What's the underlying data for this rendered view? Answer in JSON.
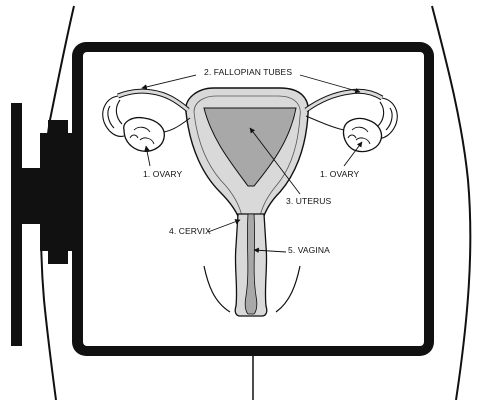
{
  "colors": {
    "frame": "#111111",
    "screen_bg": "#ffffff",
    "tissue_light": "#d9d9d9",
    "tissue_dark": "#a8a8a8",
    "line": "#111111"
  },
  "labels": {
    "fallopian_tubes": "2. FALLOPIAN TUBES",
    "ovary_left": "1. OVARY",
    "ovary_right": "1. OVARY",
    "uterus": "3. UTERUS",
    "cervix": "4. CERVIX",
    "vagina": "5. VAGINA"
  }
}
